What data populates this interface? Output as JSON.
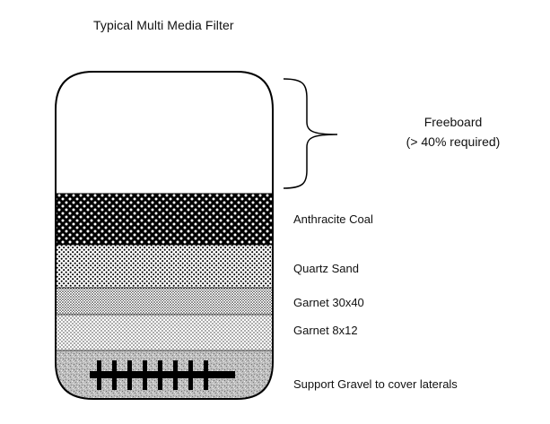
{
  "diagram": {
    "title": "Typical Multi Media Filter",
    "freeboard": {
      "label": "Freeboard",
      "note": "(> 40% required)"
    },
    "layers": [
      {
        "id": "anthracite",
        "label": "Anthracite Coal"
      },
      {
        "id": "quartz",
        "label": "Quartz Sand"
      },
      {
        "id": "garnet-30x40",
        "label": "Garnet 30x40"
      },
      {
        "id": "garnet-8x12",
        "label": "Garnet 8x12"
      },
      {
        "id": "gravel",
        "label": "Support Gravel to cover laterals"
      }
    ],
    "colors": {
      "outline": "#000000",
      "gravel": "#b8b8b8",
      "laterals": "#000000"
    }
  }
}
